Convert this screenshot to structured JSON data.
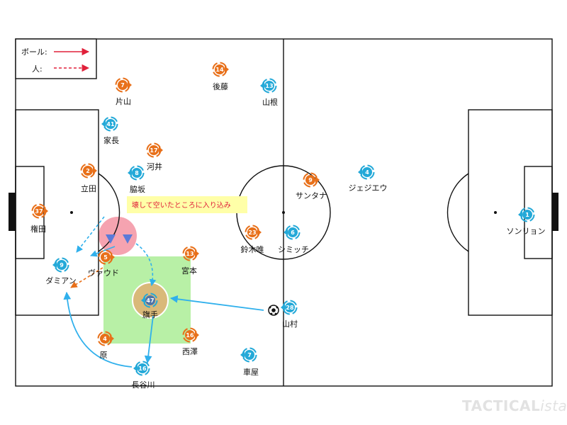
{
  "colors": {
    "orange": "#e8701a",
    "blue": "#24a9d8",
    "arrow_red": "#e0203a",
    "arrow_blue": "#30b0ec",
    "green_zone": "#b8f0a6",
    "pink_zone": "#f5a3b0",
    "note_bg": "#ffffa8",
    "note_text": "#e0203a"
  },
  "legend": {
    "ball_label": "ボール:",
    "person_label": "人:"
  },
  "annotation": "壊して空いたところに入り込み",
  "players": [
    {
      "team": "orange",
      "number": "14",
      "name": "後藤"
    },
    {
      "team": "blue",
      "number": "13",
      "name": "山根"
    },
    {
      "team": "orange",
      "number": "7",
      "name": "片山"
    },
    {
      "team": "blue",
      "number": "41",
      "name": "家長"
    },
    {
      "team": "orange",
      "number": "17",
      "name": "河井"
    },
    {
      "team": "orange",
      "number": "2",
      "name": "立田"
    },
    {
      "team": "blue",
      "number": "8",
      "name": "脇坂"
    },
    {
      "team": "orange",
      "number": "9",
      "name": "サンタナ"
    },
    {
      "team": "blue",
      "number": "4",
      "name": "ジェジエウ"
    },
    {
      "team": "orange",
      "number": "37",
      "name": "権田"
    },
    {
      "team": "blue",
      "number": "1",
      "name": "ソンリョン"
    },
    {
      "team": "orange",
      "number": "23",
      "name": "鈴木唯"
    },
    {
      "team": "blue",
      "number": "6",
      "name": "シミッチ"
    },
    {
      "team": "orange",
      "number": "13",
      "name": "宮本"
    },
    {
      "team": "orange",
      "number": "5",
      "name": "ヴァウド"
    },
    {
      "team": "blue",
      "number": "9",
      "name": "ダミアン"
    },
    {
      "team": "blue",
      "number": "47",
      "name": "旗手"
    },
    {
      "team": "blue",
      "number": "28",
      "name": "山村"
    },
    {
      "team": "orange",
      "number": "4",
      "name": "原"
    },
    {
      "team": "orange",
      "number": "16",
      "name": "西澤"
    },
    {
      "team": "blue",
      "number": "7",
      "name": "車屋"
    },
    {
      "team": "blue",
      "number": "16",
      "name": "長谷川"
    }
  ],
  "branding": {
    "main": "TACTICAL",
    "suffix": "ista"
  }
}
